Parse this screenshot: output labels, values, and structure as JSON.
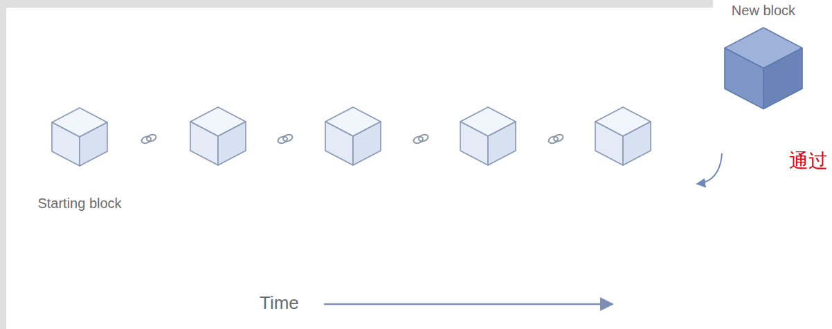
{
  "diagram": {
    "nodes": [
      {
        "text": [
          "Starting block"
        ]
      },
      {
        "text": [
          "New block"
        ]
      }
    ],
    "labels": [
      "Time",
      "通过"
    ]
  }
}
